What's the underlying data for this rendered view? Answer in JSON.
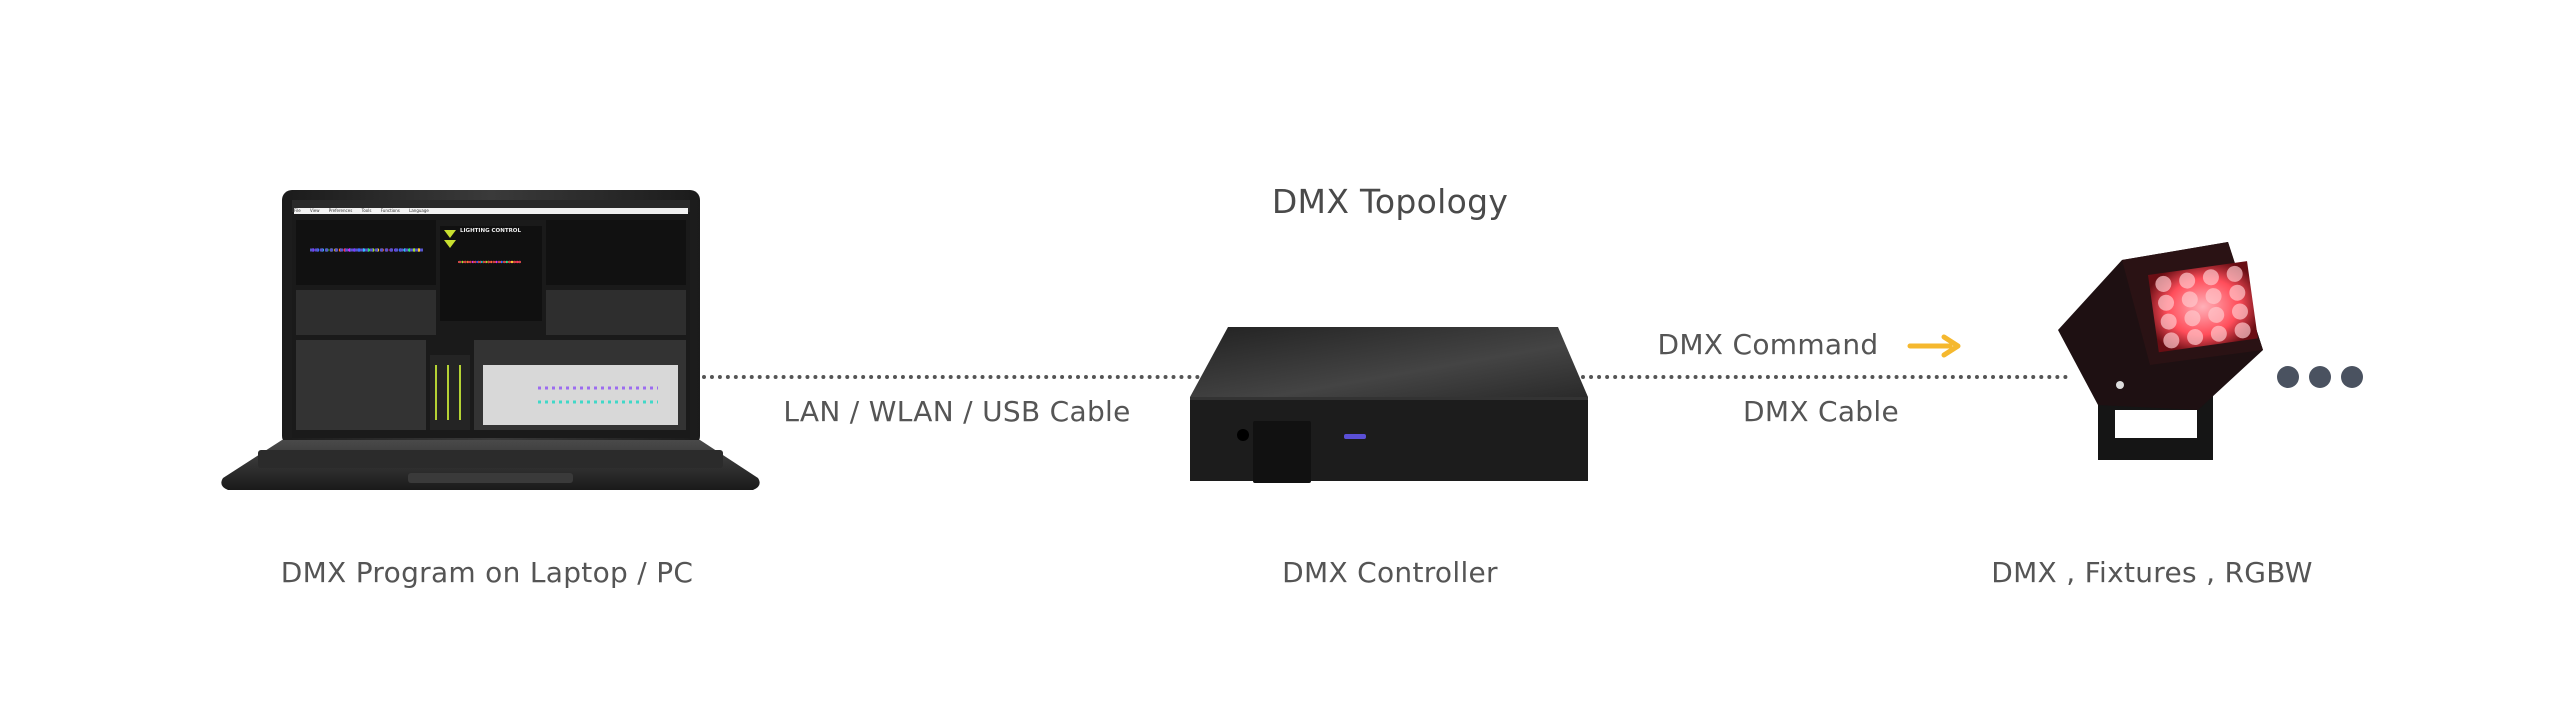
{
  "title": "DMX Topology",
  "nodes": {
    "laptop": {
      "label": "DMX Program on Laptop / PC",
      "screen": {
        "menu": [
          "File",
          "View",
          "Preferences",
          "Tools",
          "Functions",
          "Language"
        ],
        "logo_text": "LIGHTING CONTROL"
      }
    },
    "controller": {
      "label": "DMX Controller"
    },
    "fixture": {
      "label": "DMX , Fixtures , RGBW"
    }
  },
  "connections": {
    "laptop_to_controller": {
      "label": "LAN / WLAN / USB Cable"
    },
    "controller_to_fixture": {
      "label": "DMX Cable",
      "command_label": "DMX Command"
    }
  },
  "colors": {
    "arrow": "#f5b82e",
    "led": "#ff4d5a",
    "indicator": "#5a4fd6",
    "more_dots": "#4a5260"
  }
}
